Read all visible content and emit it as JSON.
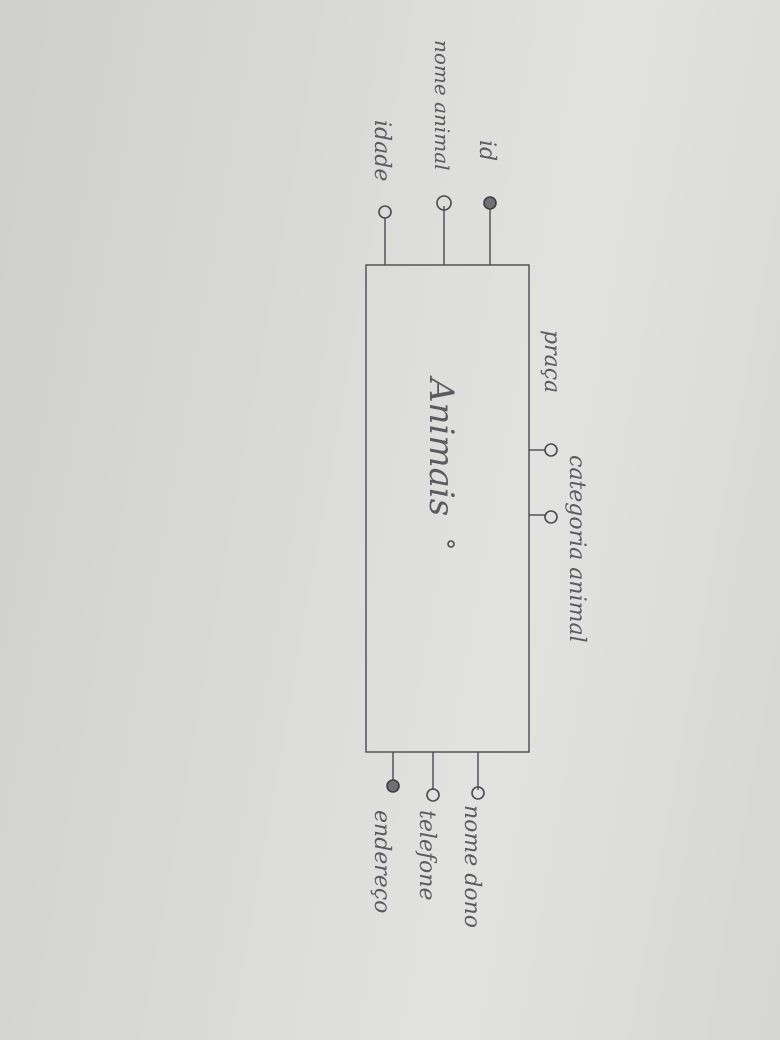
{
  "entity": {
    "name": "Animais"
  },
  "relationship_attributes": [
    {
      "label": "praça"
    },
    {
      "label": "categoria animal"
    }
  ],
  "attributes_top": [
    {
      "label": "id",
      "key": true
    },
    {
      "label": "nome animal",
      "key": false
    },
    {
      "label": "idade",
      "key": false
    }
  ],
  "attributes_bottom": [
    {
      "label": "nome dono",
      "key": false
    },
    {
      "label": "telefone",
      "key": false
    },
    {
      "label": "endereço",
      "key": true
    }
  ]
}
